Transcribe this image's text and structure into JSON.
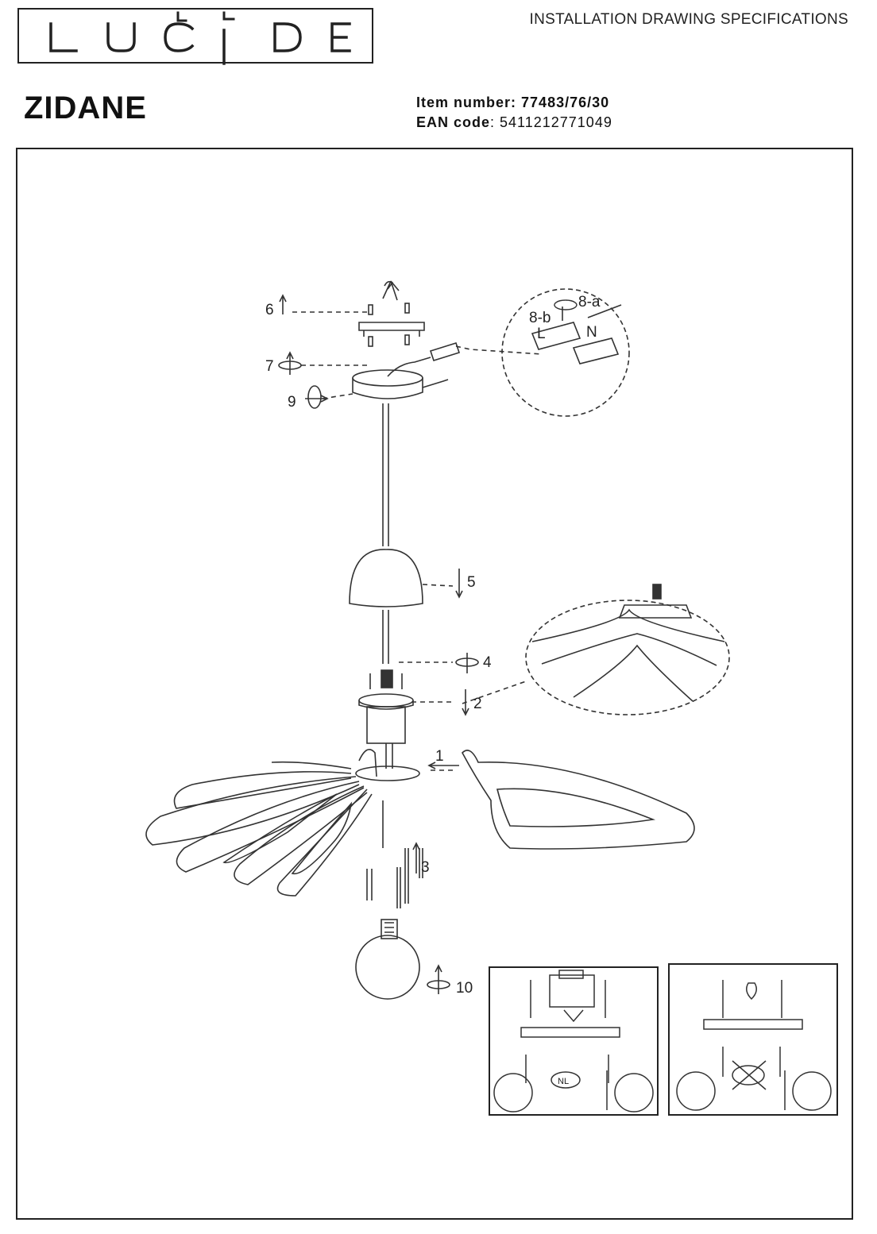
{
  "brand": {
    "logo_letters": [
      "L",
      "U",
      "C",
      "I",
      "D",
      "E"
    ]
  },
  "header": {
    "doc_type": "INSTALLATION DRAWING SPECIFICATIONS",
    "product_name": "ZIDANE",
    "item_number_label": "Item number:",
    "item_number": "77483/76/30",
    "ean_label": "EAN code",
    "ean_value": ": 5411212771049"
  },
  "steps": {
    "s1": "1",
    "s2": "2",
    "s3": "3",
    "s4": "4",
    "s5": "5",
    "s6": "6",
    "s7": "7",
    "s8a": "8-a",
    "s8b": "8-b",
    "s9": "9",
    "s10": "10",
    "terminal_l": "L",
    "terminal_n": "N",
    "inset_badge": "NL"
  }
}
